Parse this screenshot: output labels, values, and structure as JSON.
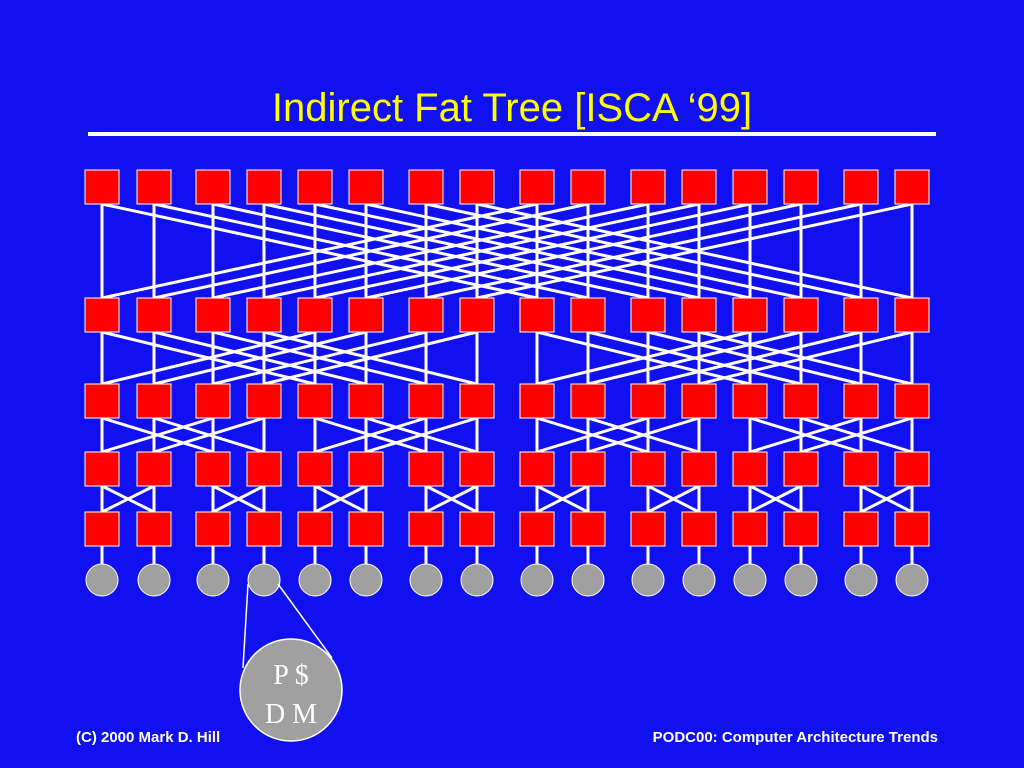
{
  "slide": {
    "title": "Indirect Fat Tree [ISCA ‘99]",
    "footer_left": "(C) 2000 Mark D. Hill",
    "footer_right": "PODC00: Computer Architecture Trends"
  },
  "diagram": {
    "switch_rows": 5,
    "switches_per_row": 16,
    "node_count": 16,
    "node_detail_label": [
      "P $",
      "D M"
    ],
    "colors": {
      "background": "#1010f0",
      "switch": "#ff0000",
      "switch_border": "#ffffff",
      "node": "#a0a0a0",
      "wire": "#ffffff",
      "title": "#ffff00"
    }
  }
}
